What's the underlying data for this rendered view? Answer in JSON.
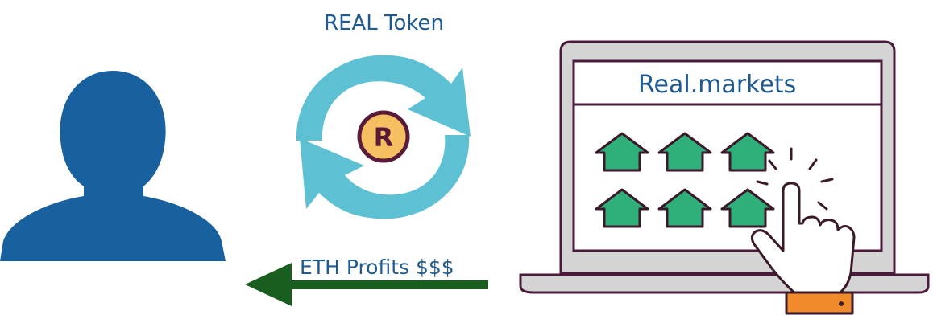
{
  "token_label": "REAL Token",
  "token_symbol": "R",
  "profit_label": "ETH Profits $$$",
  "site_title": "Real.markets",
  "colors": {
    "user_blue": "#19609f",
    "label_blue": "#1f5a92",
    "cycle_teal": "#5ec1d3",
    "coin_fill": "#f6bf62",
    "coin_border": "#5a1a3a",
    "laptop_outline": "#4a1a3a",
    "laptop_body": "#d4d4d4",
    "house_green": "#2fb07a",
    "arrow_green": "#1a5e1f",
    "hand_cuff": "#f08a2a"
  },
  "icons": [
    "user-silhouette-icon",
    "cycle-arrows-icon",
    "coin-icon",
    "laptop-icon",
    "house-icon",
    "hand-pointer-icon",
    "left-arrow-icon"
  ]
}
